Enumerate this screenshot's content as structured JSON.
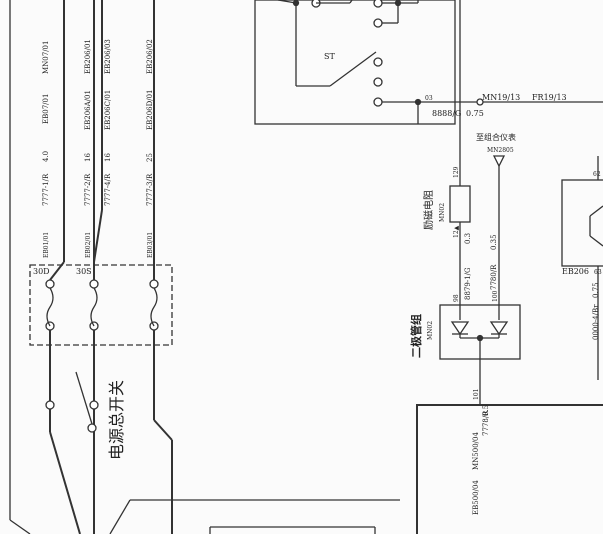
{
  "labels": {
    "st": "ST",
    "w_03": "03",
    "w_8888g": "8888/G",
    "w_075": "0.75",
    "mn1913": "MN19/13",
    "fr1913": "FR19/13",
    "to_cluster": "至组合仪表",
    "mn2805": "MN2805",
    "lizi_name": "励磁电阻",
    "lizi_code": "MN02",
    "w129": "129",
    "pin_a": "12▲",
    "w_8879": "8879-1/G",
    "w_03b": "0.3",
    "w_7780": "7780/R",
    "w_035": "0.35",
    "w98": "98",
    "w100": "100",
    "diode_name": "二极管组",
    "diode_code": "MN02",
    "w101": "101",
    "mn500": "MN500/04",
    "w7778": "7778/R",
    "w05": "0.5",
    "eb500": "EB500/04",
    "w62": "62",
    "eb206": "EB206",
    "w63": "63",
    "w0000": "0000-4/Br",
    "w075b": "0.75",
    "top_mn07": "MN07/01",
    "top_eb206_01": "EB206/01",
    "top_eb206_03": "EB206/03",
    "top_eb206_02": "EB206/02",
    "mid_eb07": "EB07/01",
    "mid_eb206a": "EB206A/01",
    "mid_eb206c": "EB206C/01",
    "mid_eb206d": "EB206D/01",
    "w7777_1": "7777-1/R",
    "w40": "4.0",
    "w7777_2": "7777-2/R",
    "w16a": "16",
    "w7777_4": "7777-4/R",
    "w16b": "16",
    "w7777_3": "7777-3/R",
    "w25": "25",
    "b_eb01": "EB01/01",
    "b_eb02": "EB02/01",
    "b_eb03": "EB03/01",
    "fuse30d": "30D",
    "fuse30s": "30S",
    "switch_main": "电源总开关"
  }
}
